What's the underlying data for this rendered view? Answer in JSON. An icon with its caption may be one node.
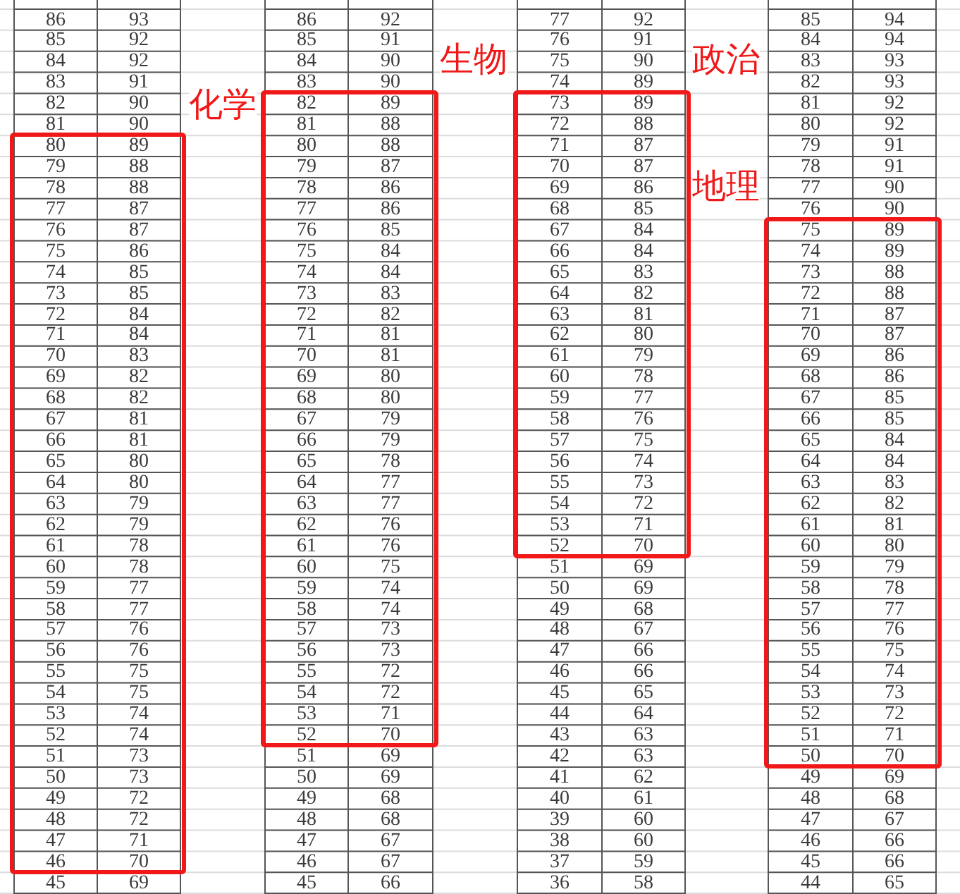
{
  "diagram": {
    "nodes": [
      {
        "text": [
          "化学"
        ]
      },
      {
        "text": [
          "生物"
        ]
      },
      {
        "text": [
          "政治"
        ]
      },
      {
        "text": [
          "地理"
        ]
      }
    ],
    "labels": [
      "86",
      "93",
      "85",
      "92",
      "84",
      "92",
      "83",
      "91",
      "82",
      "90",
      "81",
      "90",
      "80",
      "89",
      "79",
      "88",
      "78",
      "88",
      "77",
      "87",
      "76",
      "87",
      "75",
      "86",
      "74",
      "85",
      "73",
      "85",
      "72",
      "84",
      "71",
      "84",
      "70",
      "83",
      "69",
      "82",
      "68",
      "82",
      "67",
      "81",
      "66",
      "81",
      "65",
      "80",
      "64",
      "80",
      "63",
      "79",
      "62",
      "79",
      "61",
      "78",
      "60",
      "78",
      "59",
      "77",
      "58",
      "77",
      "57",
      "76",
      "56",
      "76",
      "55",
      "75",
      "54",
      "75",
      "53",
      "74",
      "52",
      "74",
      "51",
      "73",
      "50",
      "73",
      "49",
      "72",
      "48",
      "72",
      "47",
      "71",
      "46",
      "70",
      "45",
      "69",
      "86",
      "92",
      "85",
      "91",
      "84",
      "90",
      "83",
      "90",
      "82",
      "89",
      "81",
      "88",
      "80",
      "88",
      "79",
      "87",
      "78",
      "86",
      "77",
      "86",
      "76",
      "85",
      "75",
      "84",
      "74",
      "84",
      "73",
      "83",
      "72",
      "82",
      "71",
      "81",
      "70",
      "81",
      "69",
      "80",
      "68",
      "80",
      "67",
      "79",
      "66",
      "79",
      "65",
      "78",
      "64",
      "77",
      "63",
      "77",
      "62",
      "76",
      "61",
      "76",
      "60",
      "75",
      "59",
      "74",
      "58",
      "74",
      "57",
      "73",
      "56",
      "73",
      "55",
      "72",
      "54",
      "72",
      "53",
      "71",
      "52",
      "70",
      "51",
      "69",
      "50",
      "69",
      "49",
      "68",
      "48",
      "68",
      "47",
      "67",
      "46",
      "67",
      "45",
      "66",
      "77",
      "92",
      "76",
      "91",
      "75",
      "90",
      "74",
      "89",
      "73",
      "89",
      "72",
      "88",
      "71",
      "87",
      "70",
      "87",
      "69",
      "86",
      "68",
      "85",
      "67",
      "84",
      "66",
      "84",
      "65",
      "83",
      "64",
      "82",
      "63",
      "81",
      "62",
      "80",
      "61",
      "79",
      "60",
      "78",
      "59",
      "77",
      "58",
      "76",
      "57",
      "75",
      "56",
      "74",
      "55",
      "73",
      "54",
      "72",
      "53",
      "71",
      "52",
      "70",
      "51",
      "69",
      "50",
      "69",
      "49",
      "68",
      "48",
      "67",
      "47",
      "66",
      "46",
      "66",
      "45",
      "65",
      "44",
      "64",
      "43",
      "63",
      "42",
      "63",
      "41",
      "62",
      "40",
      "61",
      "39",
      "60",
      "38",
      "60",
      "37",
      "59",
      "36",
      "58",
      "85",
      "94",
      "84",
      "94",
      "83",
      "93",
      "82",
      "93",
      "81",
      "92",
      "80",
      "92",
      "79",
      "91",
      "78",
      "91",
      "77",
      "90",
      "76",
      "90",
      "75",
      "89",
      "74",
      "89",
      "73",
      "88",
      "72",
      "88",
      "71",
      "87",
      "70",
      "87",
      "69",
      "86",
      "68",
      "86",
      "67",
      "85",
      "66",
      "85",
      "65",
      "84",
      "64",
      "84",
      "63",
      "83",
      "62",
      "82",
      "61",
      "81",
      "60",
      "80",
      "59",
      "79",
      "58",
      "78",
      "57",
      "77",
      "56",
      "76",
      "55",
      "75",
      "54",
      "74",
      "53",
      "73",
      "52",
      "72",
      "51",
      "71",
      "50",
      "70",
      "49",
      "69",
      "48",
      "68",
      "47",
      "67",
      "46",
      "66",
      "45",
      "66",
      "44",
      "65"
    ]
  }
}
